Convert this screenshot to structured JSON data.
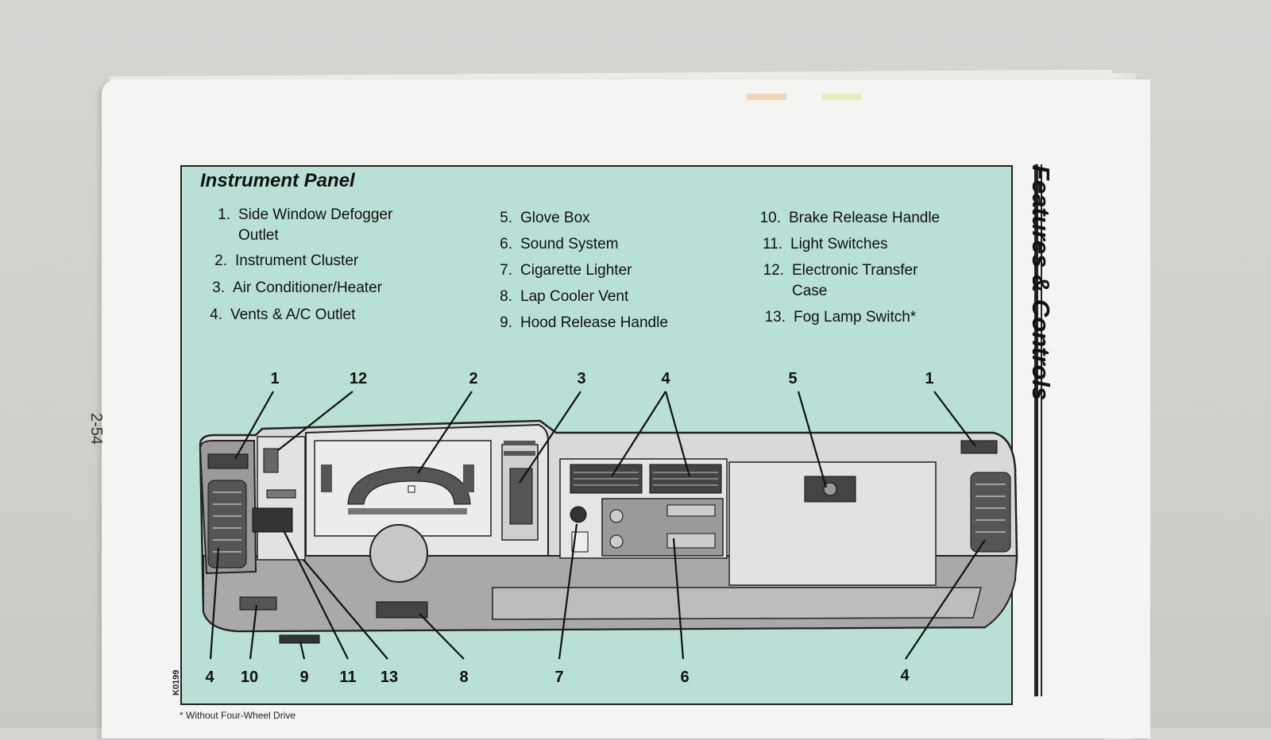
{
  "page": {
    "number": "2-54",
    "section_heading": "Features & Controls"
  },
  "panel": {
    "title": "Instrument Panel",
    "legend": [
      {
        "num": "1.",
        "label": "Side Window Defogger",
        "label_cont": "Outlet"
      },
      {
        "num": "2.",
        "label": "Instrument Cluster"
      },
      {
        "num": "3.",
        "label": "Air Conditioner/Heater"
      },
      {
        "num": "4.",
        "label": "Vents & A/C Outlet"
      },
      {
        "num": "5.",
        "label": "Glove Box"
      },
      {
        "num": "6.",
        "label": "Sound System"
      },
      {
        "num": "7.",
        "label": "Cigarette Lighter"
      },
      {
        "num": "8.",
        "label": "Lap Cooler Vent"
      },
      {
        "num": "9.",
        "label": "Hood Release Handle"
      },
      {
        "num": "10.",
        "label": "Brake Release Handle"
      },
      {
        "num": "11.",
        "label": "Light Switches"
      },
      {
        "num": "12.",
        "label": "Electronic Transfer",
        "label_cont": "Case"
      },
      {
        "num": "13.",
        "label": "Fog Lamp Switch*"
      }
    ],
    "callouts_top": [
      "1",
      "12",
      "2",
      "3",
      "4",
      "5",
      "1"
    ],
    "callouts_bottom": [
      "4",
      "10",
      "9",
      "11",
      "13",
      "8",
      "7",
      "6",
      "4"
    ],
    "figure_code": "K0199",
    "footnote": "* Without Four-Wheel Drive"
  },
  "colors": {
    "panel_bg": "#b9e0d6",
    "page_bg": "#f4f4f2",
    "ink": "#111111"
  }
}
